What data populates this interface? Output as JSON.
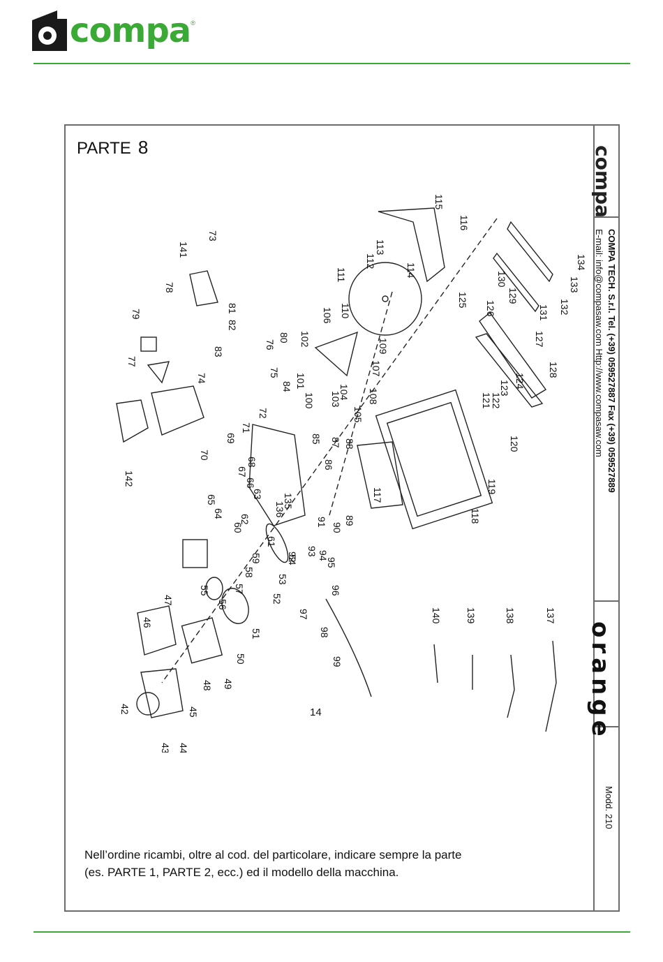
{
  "brand": {
    "name": "compa",
    "reg": "®"
  },
  "sheet": {
    "part_label": "PARTE",
    "part_number": "8",
    "page_number": "14"
  },
  "sidebar": {
    "logo": "compa",
    "company": "COMPA TECH. S.r.l. Tel. (+39) 059527887 Fax (+39) 059527889",
    "contacts": "E-mail: info@compasaw.com Http://www.compasaw.com",
    "model_brand": "orange",
    "model": "Modd. 210"
  },
  "footer_note": {
    "line1": "Nell’ordine ricambi, oltre al cod. del particolare, indicare sempre la parte",
    "line2": "(es. PARTE 1, PARTE 2, ecc.) ed il modello della macchina."
  },
  "callouts": [
    {
      "n": "115"
    },
    {
      "n": "116"
    },
    {
      "n": "113"
    },
    {
      "n": "112"
    },
    {
      "n": "114"
    },
    {
      "n": "111"
    },
    {
      "n": "110"
    },
    {
      "n": "106"
    },
    {
      "n": "109"
    },
    {
      "n": "107"
    },
    {
      "n": "108"
    },
    {
      "n": "105"
    },
    {
      "n": "104"
    },
    {
      "n": "103"
    },
    {
      "n": "102"
    },
    {
      "n": "101"
    },
    {
      "n": "100"
    },
    {
      "n": "80"
    },
    {
      "n": "76"
    },
    {
      "n": "75"
    },
    {
      "n": "84"
    },
    {
      "n": "72"
    },
    {
      "n": "71"
    },
    {
      "n": "69"
    },
    {
      "n": "70"
    },
    {
      "n": "68"
    },
    {
      "n": "67"
    },
    {
      "n": "66"
    },
    {
      "n": "65"
    },
    {
      "n": "64"
    },
    {
      "n": "63"
    },
    {
      "n": "62"
    },
    {
      "n": "60"
    },
    {
      "n": "61"
    },
    {
      "n": "135"
    },
    {
      "n": "136"
    },
    {
      "n": "85"
    },
    {
      "n": "86"
    },
    {
      "n": "87"
    },
    {
      "n": "88"
    },
    {
      "n": "89"
    },
    {
      "n": "90"
    },
    {
      "n": "91"
    },
    {
      "n": "92"
    },
    {
      "n": "93"
    },
    {
      "n": "94"
    },
    {
      "n": "95"
    },
    {
      "n": "96"
    },
    {
      "n": "97"
    },
    {
      "n": "98"
    },
    {
      "n": "99"
    },
    {
      "n": "54"
    },
    {
      "n": "53"
    },
    {
      "n": "52"
    },
    {
      "n": "51"
    },
    {
      "n": "50"
    },
    {
      "n": "59"
    },
    {
      "n": "58"
    },
    {
      "n": "57"
    },
    {
      "n": "56"
    },
    {
      "n": "55"
    },
    {
      "n": "49"
    },
    {
      "n": "48"
    },
    {
      "n": "47"
    },
    {
      "n": "46"
    },
    {
      "n": "45"
    },
    {
      "n": "44"
    },
    {
      "n": "43"
    },
    {
      "n": "42"
    },
    {
      "n": "73"
    },
    {
      "n": "141"
    },
    {
      "n": "78"
    },
    {
      "n": "81"
    },
    {
      "n": "82"
    },
    {
      "n": "83"
    },
    {
      "n": "79"
    },
    {
      "n": "77"
    },
    {
      "n": "74"
    },
    {
      "n": "142"
    },
    {
      "n": "117"
    },
    {
      "n": "118"
    },
    {
      "n": "119"
    },
    {
      "n": "120"
    },
    {
      "n": "121"
    },
    {
      "n": "122"
    },
    {
      "n": "123"
    },
    {
      "n": "124"
    },
    {
      "n": "125"
    },
    {
      "n": "126"
    },
    {
      "n": "127"
    },
    {
      "n": "128"
    },
    {
      "n": "129"
    },
    {
      "n": "130"
    },
    {
      "n": "131"
    },
    {
      "n": "132"
    },
    {
      "n": "133"
    },
    {
      "n": "134"
    },
    {
      "n": "137"
    },
    {
      "n": "138"
    },
    {
      "n": "139"
    },
    {
      "n": "140"
    }
  ]
}
